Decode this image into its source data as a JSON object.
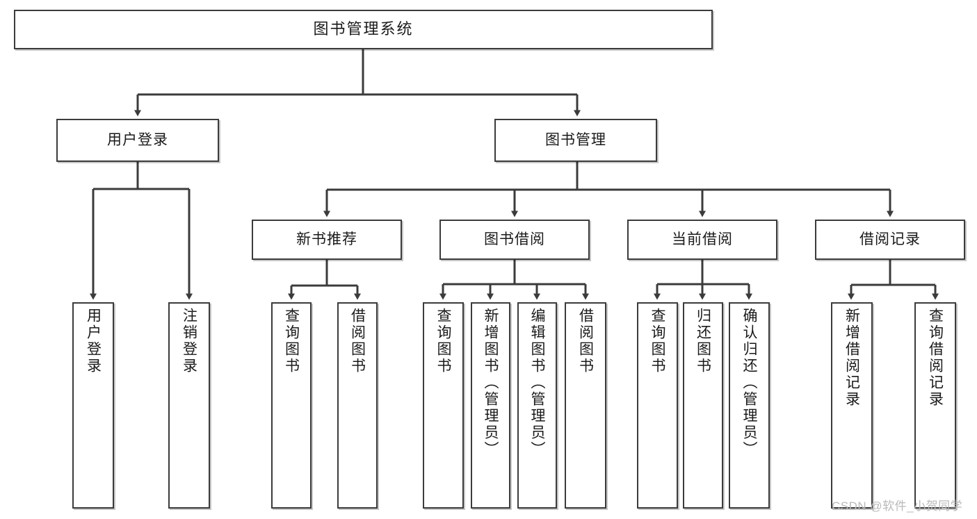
{
  "diagram": {
    "title": "图书管理系统",
    "type": "tree-hierarchy",
    "colors": {
      "box_border": "#3b3b3b",
      "box_fill": "#ffffff",
      "edge": "#3b3b3b",
      "text": "#1a1a1a",
      "watermark": "#b9b9b9"
    },
    "root": {
      "label": "图书管理系统"
    },
    "level2": [
      {
        "label": "用户登录"
      },
      {
        "label": "图书管理"
      }
    ],
    "level3": [
      {
        "label": "新书推荐"
      },
      {
        "label": "图书借阅"
      },
      {
        "label": "当前借阅"
      },
      {
        "label": "借阅记录"
      }
    ],
    "leaves": {
      "user_login": [
        {
          "label": "用户登录"
        },
        {
          "label": "注销登录"
        }
      ],
      "new_book_recommend": [
        {
          "label": "查询图书"
        },
        {
          "label": "借阅图书"
        }
      ],
      "book_borrow": [
        {
          "label": "查询图书"
        },
        {
          "label": "新增图书（管理员）"
        },
        {
          "label": "编辑图书（管理员）"
        },
        {
          "label": "借阅图书"
        }
      ],
      "current_borrow": [
        {
          "label": "查询图书"
        },
        {
          "label": "归还图书"
        },
        {
          "label": "确认归还（管理员）"
        }
      ],
      "borrow_record": [
        {
          "label": "新增借阅记录"
        },
        {
          "label": "查询借阅记录"
        }
      ]
    },
    "watermark": "CSDN @软件_小贺同学"
  }
}
